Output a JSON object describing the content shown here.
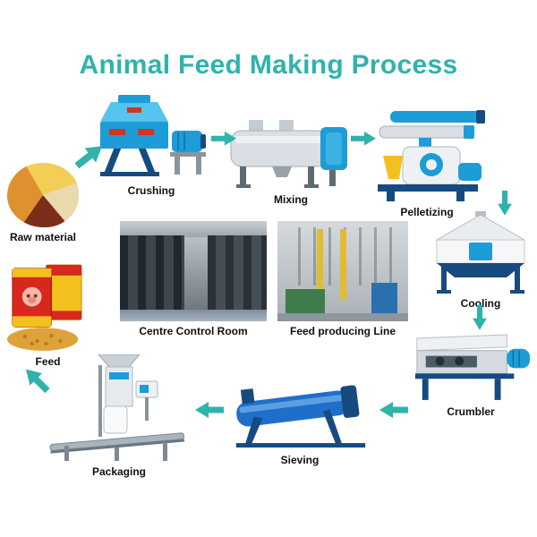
{
  "title": "Animal Feed Making Process",
  "stages": {
    "raw_material": {
      "label": "Raw material"
    },
    "crushing": {
      "label": "Crushing"
    },
    "mixing": {
      "label": "Mixing"
    },
    "pelletizing": {
      "label": "Pelletizing"
    },
    "cooling": {
      "label": "Cooling"
    },
    "crumbler": {
      "label": "Crumbler"
    },
    "sieving": {
      "label": "Sieving"
    },
    "packaging": {
      "label": "Packaging"
    },
    "feed": {
      "label": "Feed"
    }
  },
  "rooms": {
    "control_room": {
      "label": "Centre Control Room"
    },
    "producing_line": {
      "label": "Feed producing Line"
    }
  },
  "flow": [
    {
      "from": "raw_material",
      "to": "crushing"
    },
    {
      "from": "crushing",
      "to": "mixing"
    },
    {
      "from": "mixing",
      "to": "pelletizing"
    },
    {
      "from": "pelletizing",
      "to": "cooling"
    },
    {
      "from": "cooling",
      "to": "crumbler"
    },
    {
      "from": "crumbler",
      "to": "sieving"
    },
    {
      "from": "sieving",
      "to": "packaging"
    },
    {
      "from": "packaging",
      "to": "feed"
    }
  ],
  "colors": {
    "accent_teal": "#2fb3ab",
    "machine_blue": "#1d9cd8",
    "deep_blue": "#174b80",
    "red_accent": "#d23322",
    "bag_red": "#d8271c",
    "bag_yellow": "#f3c11e"
  }
}
